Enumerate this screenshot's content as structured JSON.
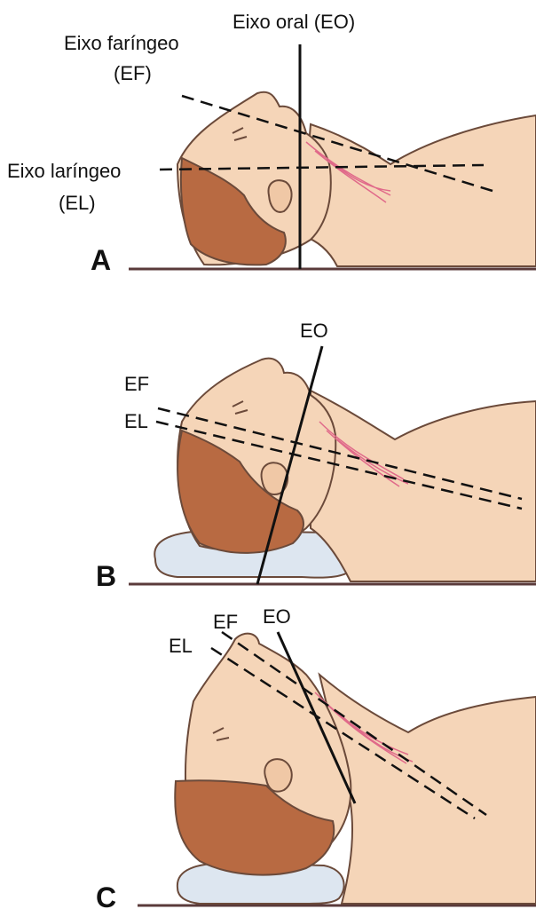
{
  "panels": [
    {
      "letter": "A",
      "labels": {
        "oral": "Eixo oral (EO)",
        "pharyngeal_line1": "Eixo faríngeo",
        "pharyngeal_line2": "(EF)",
        "laryngeal_line1": "Eixo laríngeo",
        "laryngeal_line2": "(EL)"
      }
    },
    {
      "letter": "B",
      "labels": {
        "oral": "EO",
        "pharyngeal": "EF",
        "laryngeal": "EL"
      }
    },
    {
      "letter": "C",
      "labels": {
        "oral": "EO",
        "pharyngeal": "EF",
        "laryngeal": "EL"
      }
    }
  ],
  "colors": {
    "skin": "#f5d5b8",
    "skin_shadow": "#e9bf9c",
    "hair": "#b86a42",
    "hair_dark": "#9a5433",
    "pillow": "#dde6f0",
    "line": "#111111",
    "neck_muscle": "#e06a8a"
  }
}
